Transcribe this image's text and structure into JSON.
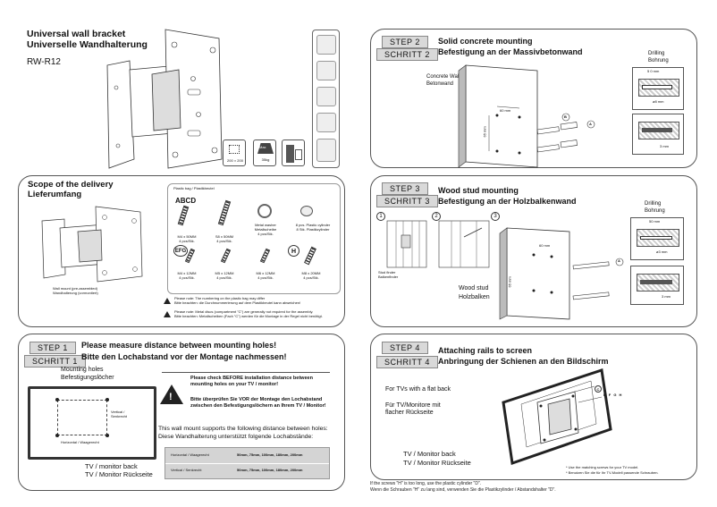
{
  "product": {
    "title_en": "Universal wall bracket",
    "title_de": "Universelle Wandhalterung",
    "model": "RW-R12",
    "vesa_label": "200 × 200",
    "max_label": "Max",
    "max_weight": "35kg"
  },
  "scope": {
    "title_en": "Scope of the delivery",
    "title_de": "Lieferumfang",
    "mount_caption_1": "Wall mount (pre-assembled)",
    "mount_caption_2": "Wandhalterung (vormontiert)",
    "bag_label": "Plastic bag  /  Plastikbeutel",
    "parts": [
      {
        "letters": "ABCD",
        "line1": "M4 x 50MM",
        "line2": "4 pcs/Stk."
      },
      {
        "letters": "",
        "line1": "S8 x 50MM",
        "line2": "4 pcs/Stk."
      },
      {
        "letters": "",
        "line1": "Metal washer",
        "line2": "Metallscheibe",
        "line3": "4 pcs/Stk."
      },
      {
        "letters": "",
        "line1": "8 pcs. Plastic cylinder",
        "line2": "8 Stk. Plastikzylinder"
      },
      {
        "letters": "EFG",
        "line1": "M4 x 12MM",
        "line2": "4 pcs/Stk."
      },
      {
        "letters": "",
        "line1": "M5 x 12MM",
        "line2": "4 pcs/Stk."
      },
      {
        "letters": "",
        "line1": "M6 x 12MM",
        "line2": "4 pcs/Stk."
      },
      {
        "letters": "H",
        "line1": "M8 x 20MM",
        "line2": "4 pcs/Stk."
      }
    ],
    "note1_en": "Please note: The numbering on the plastic bag may differ",
    "note1_de": "Bitte beachten: die Durchnummerierung auf dem Plastikbeutel kann abweichen!",
    "note2_en": "Please note: Metal discs (compartment \"C\") are generally not required for the assembly.",
    "note2_de": "Bitte beachten: Metallscheiben (Fach \"C\") werden für die Montage in der Regel nicht benötigt."
  },
  "step1": {
    "badge_en": "STEP   1",
    "badge_de": "SCHRITT 1",
    "title_en": "Please measure distance between mounting holes!",
    "title_de": "Bitte den Lochabstand vor der Montage nachmessen!",
    "holes_en": "Mounting holes",
    "holes_de": "Befestigungslöcher",
    "vert": "Vertical / Senkrecht",
    "horiz": "Horizontal / Waagerecht",
    "back_en": "TV / monitor back",
    "back_de": "TV / Monitor Rückseite",
    "check_en": "Please check BEFORE installation distance between mounting holes on your TV / monitor!",
    "check_de": "Bitte überprüfen Sie VOR der Montage den Lochabstand zwischen den Befestigungslöchern an Ihrem TV / Monitor!",
    "supports_en": "This wall mount supports the following distance between holes:",
    "supports_de": "Diese Wandhalterung unterstützt folgende Lochabstände:",
    "rows": [
      {
        "label": "Horizontal / Waagerecht",
        "values": "50mm, 75mm, 100mm, 180mm, 200mm"
      },
      {
        "label": "Vertical / Senkrecht",
        "values": "50mm, 75mm, 100mm, 180mm, 200mm"
      }
    ]
  },
  "step2": {
    "badge_en": "STEP   2",
    "badge_de": "SCHRITT 2",
    "title_en": "Solid concrete mounting",
    "title_de": "Befestigung an der Massivbetonwand",
    "wall_en": "Concrete Wall",
    "wall_de": "Betonwand",
    "dim_h": "60 mm",
    "dim_v": "65 mm",
    "label_b": "B",
    "label_a": "A",
    "drill_en": "Drilling",
    "drill_de": "Bohrung",
    "drill_depth": "5 0 mm",
    "drill_dia": "ø8 mm",
    "drill_gap": "3 mm"
  },
  "step3": {
    "badge_en": "STEP   3",
    "badge_de": "SCHRITT 3",
    "title_en": "Wood stud mounting",
    "title_de": "Befestigung an der Holzbalkenwand",
    "n1": "1",
    "n2": "2",
    "n3": "3",
    "finder_en": "Stud finder",
    "finder_de": "Balkenfinder",
    "stud_en": "Wood stud",
    "stud_de": "Holzbalken",
    "dim_h": "60 mm",
    "dim_v": "65 mm",
    "label_a": "A",
    "drill_en": "Drilling",
    "drill_de": "Bohrung",
    "drill_depth": "50 mm",
    "drill_dia": "ø3 mm",
    "drill_gap": "3 mm"
  },
  "step4": {
    "badge_en": "STEP   4",
    "badge_de": "SCHRITT   4",
    "title_en": "Attaching rails to screen",
    "title_de": "Anbringung der Schienen an den Bildschirm",
    "flat_en": "For TVs with a flat back",
    "flat_de1": "Für TV/Monitore mit",
    "flat_de2": "flacher Rückseite",
    "back_en": "TV / Monitor back",
    "back_de": "TV / Monitor Rückseite",
    "label_c": "C",
    "labels_efgh": "E F G H",
    "note_en": "* Use the matching screws for your TV model.",
    "note_de": "* Benutzen Sie die für Ihr TV-Modell passende Schrauben."
  },
  "footer": {
    "line1": "If the screws \"H\" is too long, use the plastic cylinder \"D\".",
    "line2": "Wenn die Schrauben \"H\" zu lang sind, verwenden Sie die Plastikzylinder / Abstandshalter \"D\"."
  }
}
